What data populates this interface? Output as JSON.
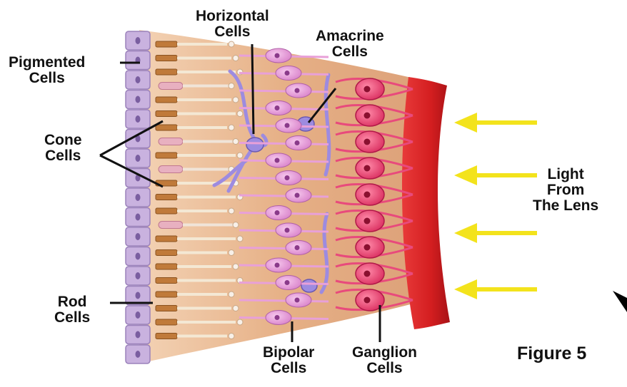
{
  "labels": {
    "pigmented": [
      "Pigmented",
      "Cells"
    ],
    "horizontal": [
      "Horizontal",
      "Cells"
    ],
    "amacrine": [
      "Amacrine",
      "Cells"
    ],
    "cone": [
      "Cone",
      "Cells"
    ],
    "rod": [
      "Rod",
      "Cells"
    ],
    "bipolar": [
      "Bipolar",
      "Cells"
    ],
    "ganglion": [
      "Ganglion",
      "Cells"
    ],
    "light": [
      "Light",
      "From",
      "The Lens"
    ]
  },
  "figure_caption": "Figure 5",
  "colors": {
    "pigmented_cells": "#c9b2df",
    "background_tissue": "#e9b98f",
    "horizontal_amacrine": "#9d8be0",
    "bipolar_cells": "#e8a0d8",
    "ganglion_cells": "#e84a7c",
    "optic_fiber_layer": "#d8201f",
    "light_arrows": "#f3e31c",
    "cone_segments": "#c07a3a",
    "rod_segments": "#e8b0c0"
  }
}
